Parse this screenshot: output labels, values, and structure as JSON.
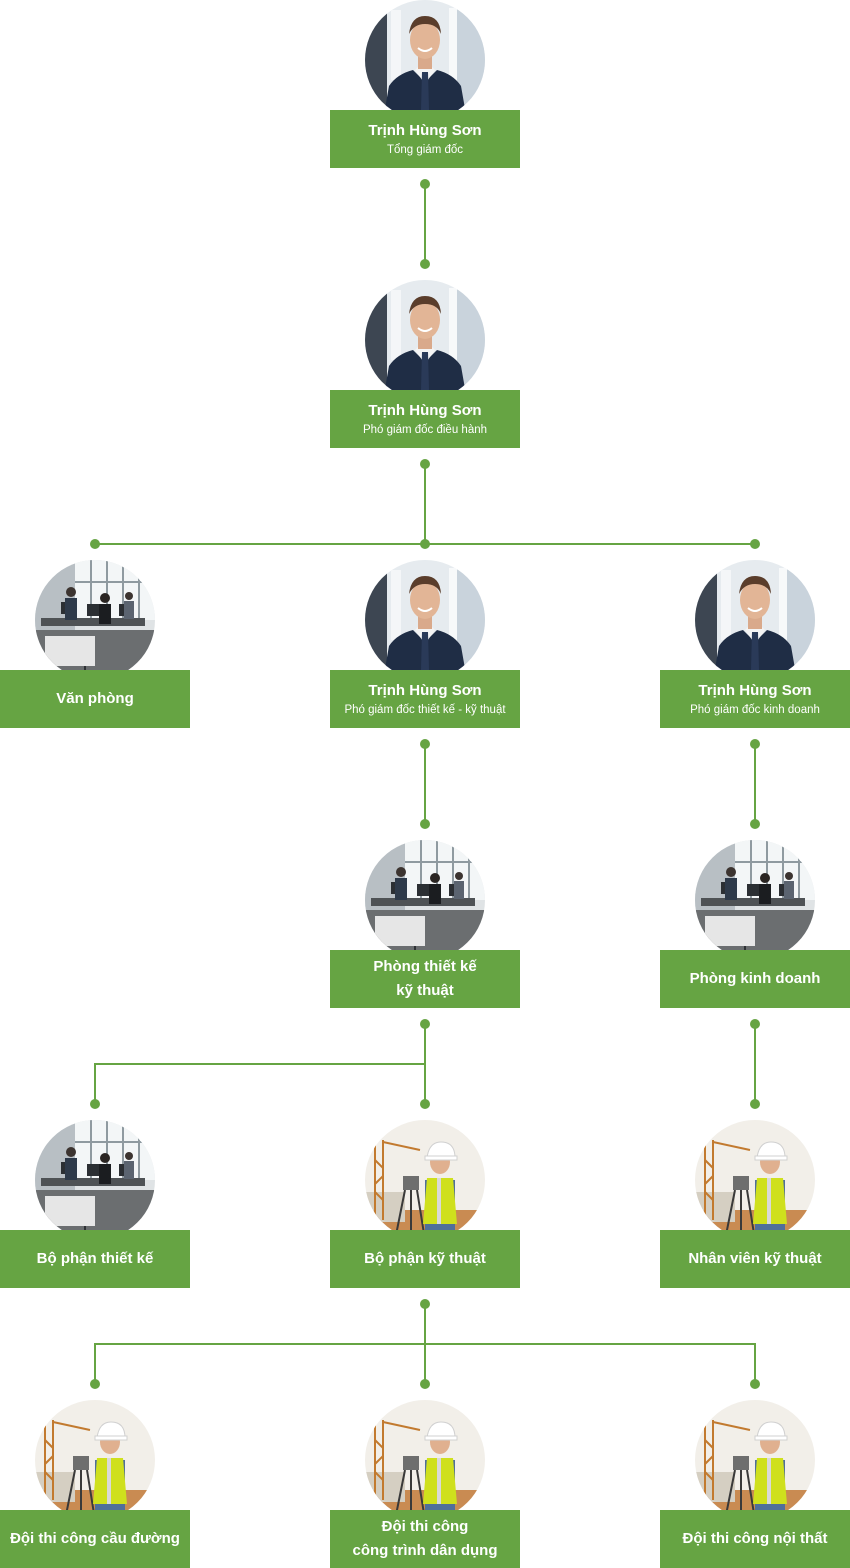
{
  "colors": {
    "accent": "#66a443"
  },
  "nodes": {
    "ceo": {
      "name": "Trịnh Hùng Sơn",
      "role": "Tổng giám đốc",
      "photo": "businessman-portrait"
    },
    "exec": {
      "name": "Trịnh Hùng Sơn",
      "role": "Phó giám đốc điều hành",
      "photo": "businessman-portrait"
    },
    "office": {
      "label": "Văn phòng",
      "photo": "office-workers"
    },
    "vp_design": {
      "name": "Trịnh Hùng Sơn",
      "role": "Phó giám đốc thiết kế - kỹ thuật",
      "photo": "businessman-portrait"
    },
    "vp_sales": {
      "name": "Trịnh Hùng Sơn",
      "role": "Phó giám đốc kinh doanh",
      "photo": "businessman-portrait"
    },
    "design_dept": {
      "label": "Phòng thiết kế\nkỹ thuật",
      "photo": "office-workers"
    },
    "sales_dept": {
      "label": "Phòng kinh doanh",
      "photo": "office-workers"
    },
    "design_unit": {
      "label": "Bộ phận thiết kế",
      "photo": "office-workers"
    },
    "tech_unit": {
      "label": "Bộ phận kỹ thuật",
      "photo": "construction-surveyor"
    },
    "tech_staff": {
      "label": "Nhân viên kỹ thuật",
      "photo": "construction-surveyor"
    },
    "team_bridge": {
      "label": "Đội thi công cầu đường",
      "photo": "construction-surveyor"
    },
    "team_civil": {
      "label": "Đội thi công\ncông trình dân dụng",
      "photo": "construction-surveyor"
    },
    "team_interior": {
      "label": "Đội thi công nội thất",
      "photo": "construction-surveyor"
    }
  }
}
